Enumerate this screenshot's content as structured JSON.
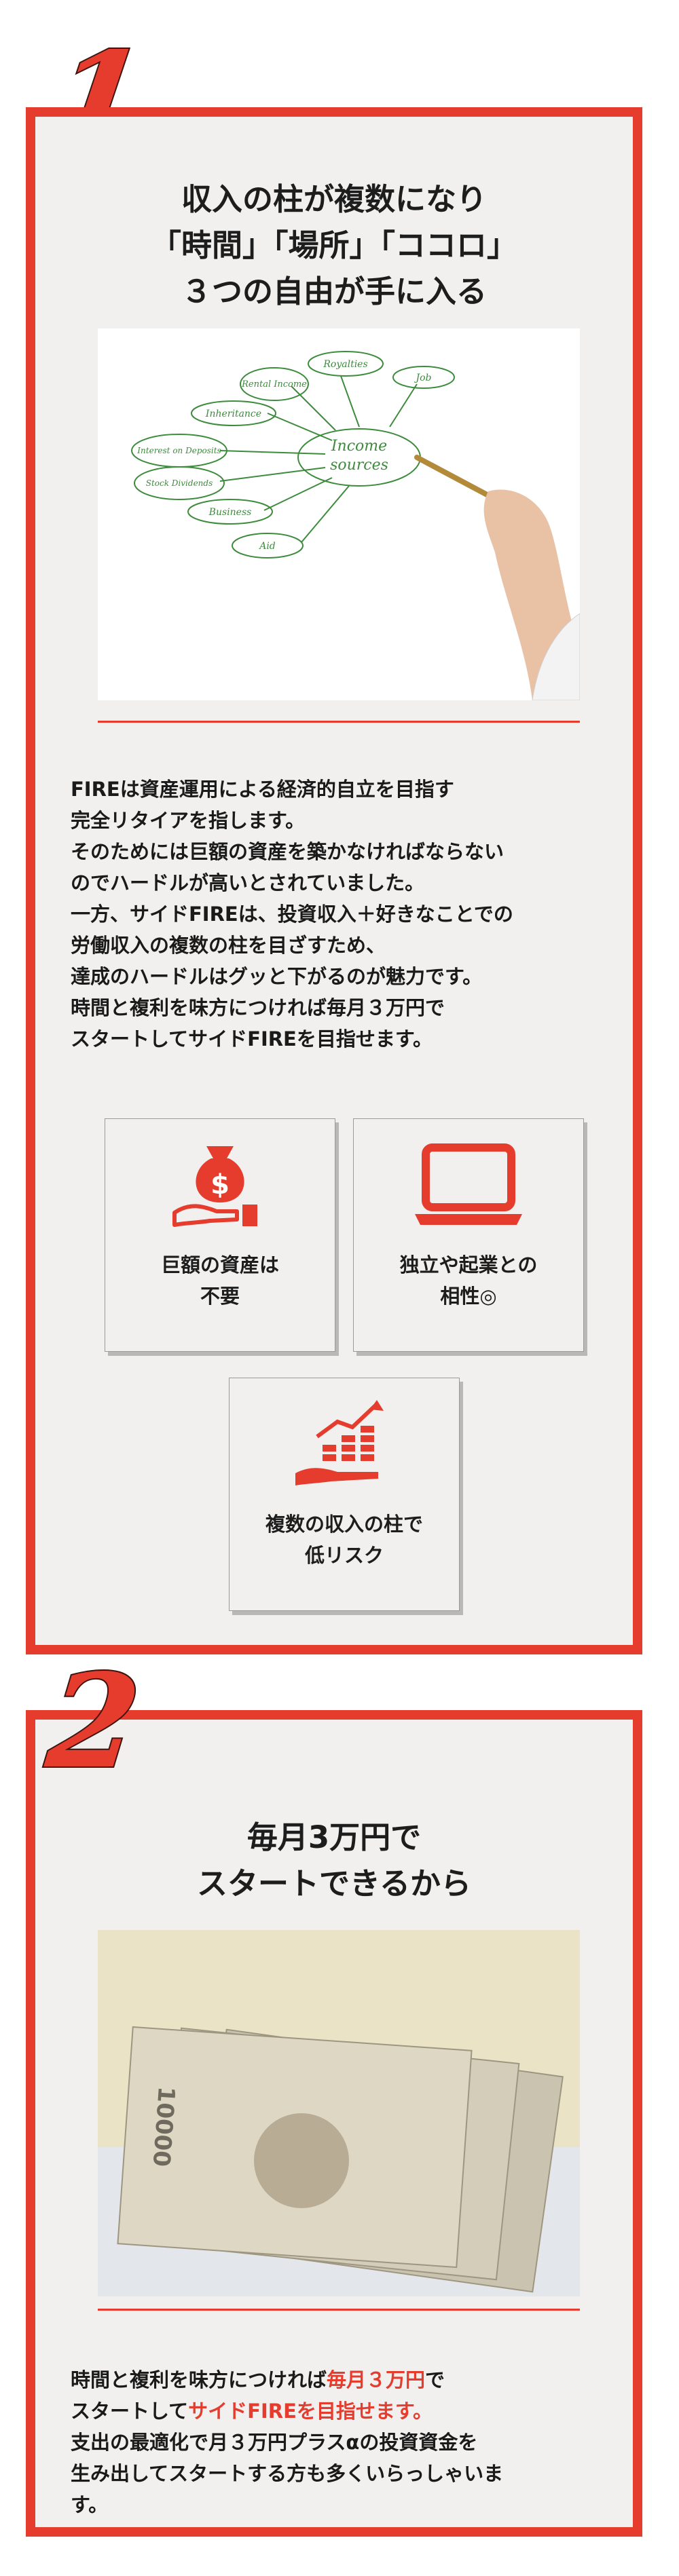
{
  "section1": {
    "number": "1",
    "title_lines": [
      "収入の柱が複数になり",
      "「時間」「場所」「ココロ」",
      "３つの自由が手に入る"
    ],
    "diagram": {
      "center": [
        "Income",
        "sources"
      ],
      "items": [
        "Royalties",
        "Rental Income",
        "Job",
        "Inheritance",
        "Interest on Deposits",
        "Stock Dividends",
        "Business",
        "Aid"
      ]
    },
    "body_lines": [
      "FIREは資産運用による経済的自立を目指す",
      "完全リタイアを指します。",
      "そのためには巨額の資産を築かなければならない",
      "のでハードルが高いとされていました。",
      "一方、サイドFIREは、投資収入＋好きなことでの",
      "労働収入の複数の柱を目ざすため、",
      "達成のハードルはグッと下がるのが魅力です。",
      "時間と複利を味方につければ毎月３万円で",
      "スタートしてサイドFIREを目指せます。"
    ],
    "cards": [
      {
        "icon": "money-bag-hand-icon",
        "label_lines": [
          "巨額の資産は",
          "不要"
        ]
      },
      {
        "icon": "laptop-icon",
        "label_lines": [
          "独立や起業との",
          "相性◎"
        ]
      },
      {
        "icon": "growth-chart-hand-icon",
        "label_lines": [
          "複数の収入の柱で",
          "低リスク"
        ]
      }
    ]
  },
  "section2": {
    "number": "2",
    "title_lines": [
      "毎月3万円で",
      "スタートできるから"
    ],
    "banknote_value": "10000",
    "body": {
      "line1_a": "時間と複利を味方につければ",
      "line1_b": "毎月３万円",
      "line1_c": "で",
      "line2_a": "スタートして",
      "line2_b": "サイドFIREを目指せます。",
      "line3": "支出の最適化で月３万円プラスαの投資資金を",
      "line4": "生み出してスタートする方も多くいらっしゃいま",
      "line5": "す。"
    }
  },
  "colors": {
    "accent": "#e53c2e",
    "panel": "#f1f0ef",
    "text": "#1d1d1d",
    "diagram_green": "#3d8b3d"
  }
}
